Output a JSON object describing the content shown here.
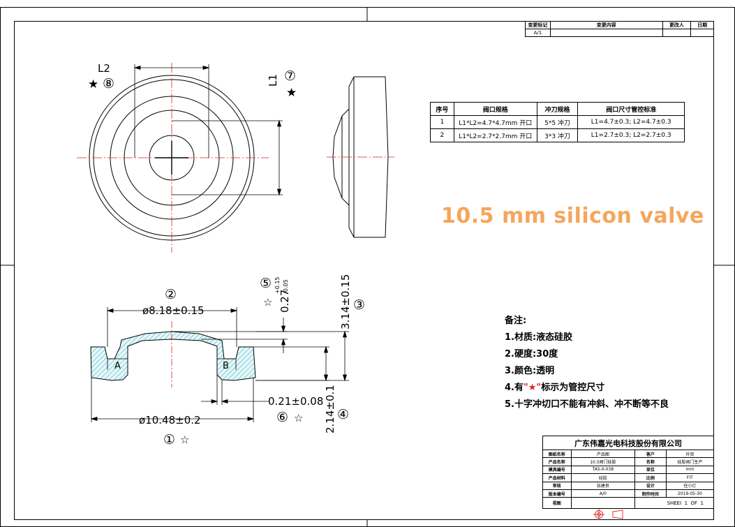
{
  "revision_table": {
    "headers": [
      "变更标记",
      "变更内容",
      "更改人",
      "日期"
    ],
    "rows": [
      [
        "A/1",
        "",
        "",
        ""
      ]
    ]
  },
  "spec_table": {
    "headers": [
      "序号",
      "阀口规格",
      "冲刀规格",
      "阀口尺寸管控标准"
    ],
    "rows": [
      [
        "1",
        "L1*L2=4.7*4.7mm 开口",
        "5*5 冲刀",
        "L1=4.7±0.3; L2=4.7±0.3"
      ],
      [
        "2",
        "L1*L2=2.7*2.7mm 开口",
        "3*3 冲刀",
        "L1=2.7±0.3; L2=2.7±0.3"
      ]
    ]
  },
  "product_title": "10.5 mm silicon valve",
  "notes": {
    "heading": "备注:",
    "items": [
      "1.材质:液态硅胶",
      "2.硬度:30度",
      "3.颜色:透明"
    ],
    "item4_prefix": "4.有",
    "item4_mark": "\"★\"",
    "item4_suffix": "标示为管控尺寸",
    "item5": "5.十字冲切口不能有冲斜、冲不断等不良"
  },
  "top_view": {
    "l1_label": "L1",
    "l2_label": "L2",
    "callout_l1": "⑦",
    "callout_l2": "⑧",
    "star_filled": "★"
  },
  "section_view": {
    "dims": {
      "d_inner": "ø8.18±0.15",
      "d_outer": "ø10.48±0.2",
      "thickness_top": "0.27",
      "thickness_tol_plus": "+0.15",
      "thickness_tol_minus": "-0.05",
      "height_total": "3.14±0.15",
      "height_base": "2.14±0.1",
      "gap": "0.21±0.08"
    },
    "callouts": {
      "c1": "①",
      "c2": "②",
      "c3": "③",
      "c4": "④",
      "c5": "⑤",
      "c6": "⑥"
    },
    "star_open": "☆",
    "point_a": "A",
    "point_b": "B"
  },
  "title_block": {
    "company": "广东伟嘉光电科技股份有限公司",
    "rows": [
      [
        "图纸名称",
        "产品图",
        "客户",
        "外贸"
      ],
      [
        "产品名称",
        "10.5阀门硅胶",
        "名称",
        "硅胶阀门生产"
      ],
      [
        "模具编号",
        "TAS-X-038",
        "单位",
        "mm"
      ],
      [
        "产品材料",
        "硅胶",
        "比例",
        "FIT"
      ],
      [
        "审核",
        "张建良",
        "设计",
        "任小灯"
      ],
      [
        "版本编号",
        "A/0",
        "制作时间",
        "2019-05-30"
      ]
    ],
    "view_label": "视图",
    "sheet_label": "SHEEI",
    "sheet_num": "1",
    "sheet_of": "OF",
    "sheet_total": "1"
  },
  "colors": {
    "line": "#000000",
    "centerline": "#e02020",
    "hatch": "#3bb8c8",
    "title_orange": "#f5a65b",
    "accent_red": "#e02020"
  }
}
